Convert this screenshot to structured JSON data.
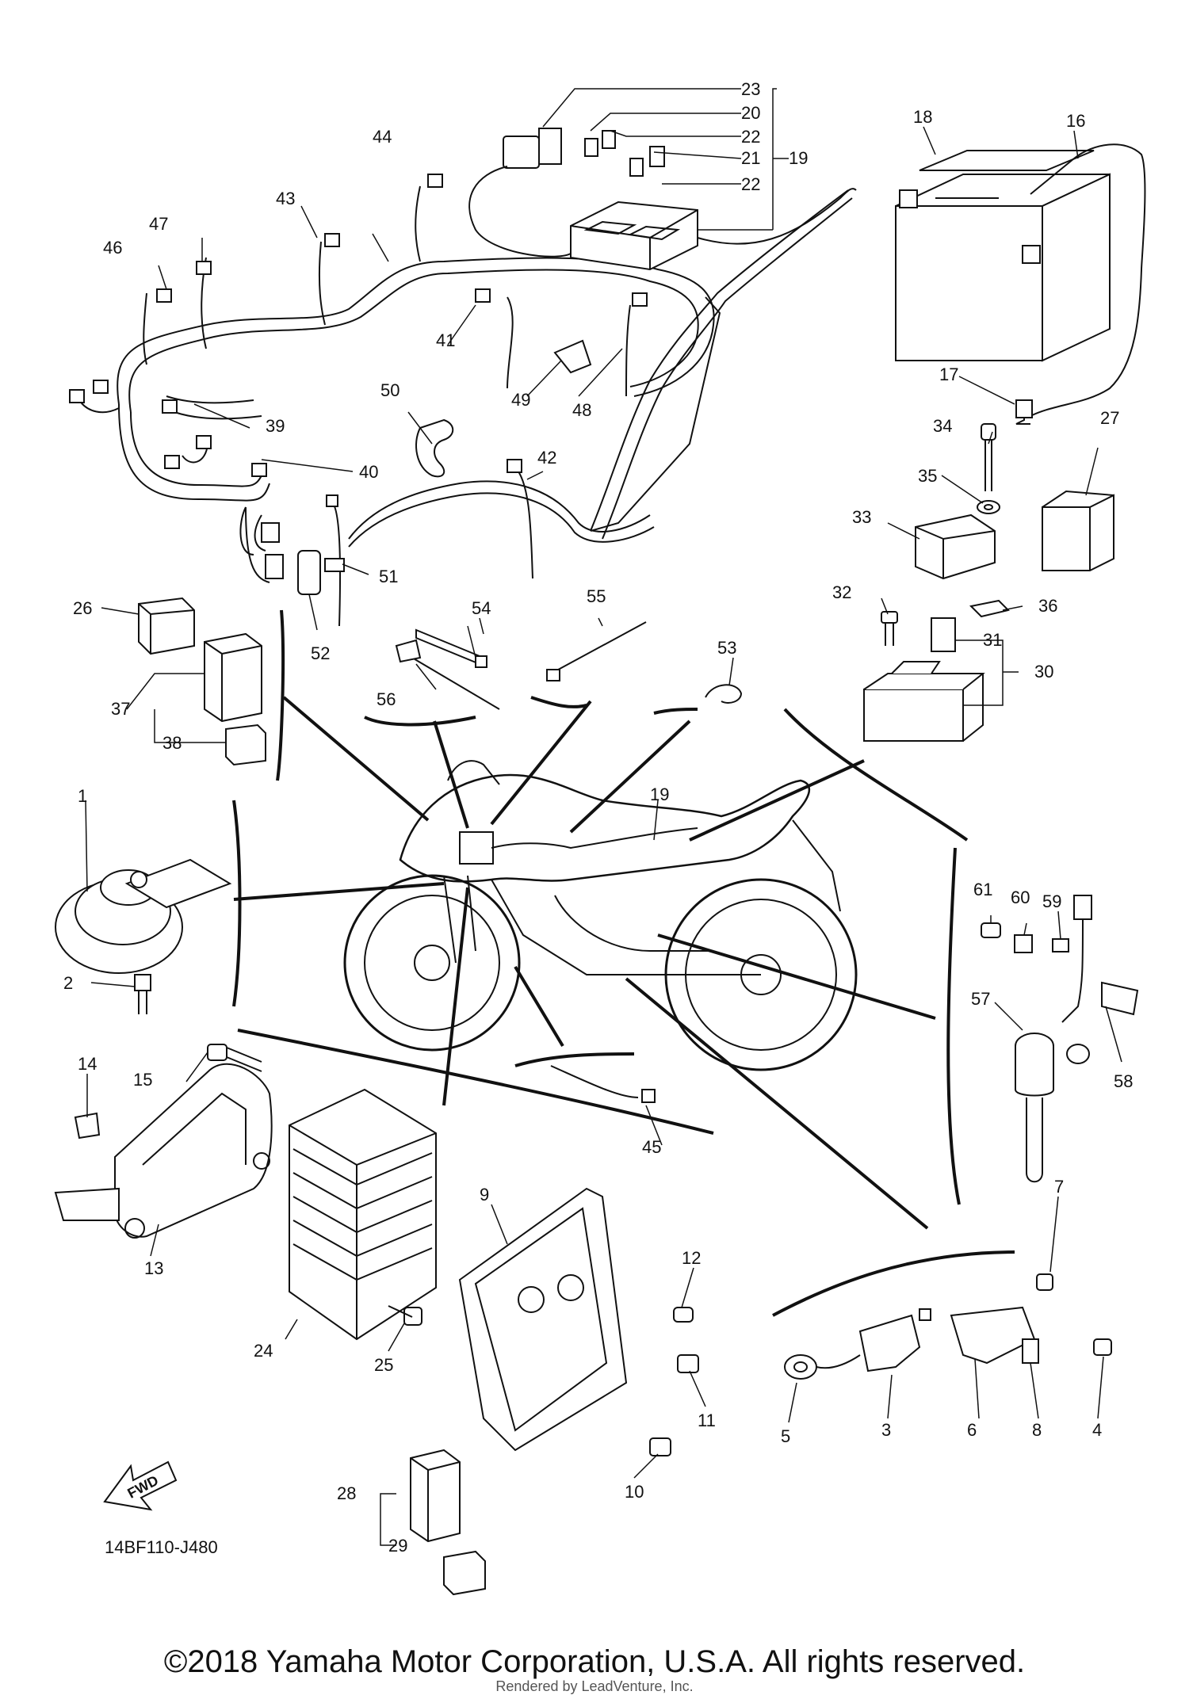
{
  "diagram": {
    "code": "14BF110-J480",
    "fwd_label": "FWD",
    "copyright": "©2018 Yamaha Motor Corporation, U.S.A. All rights reserved.",
    "rendered": "Rendered by LeadVenture, Inc."
  },
  "callouts": [
    "1",
    "2",
    "3",
    "4",
    "5",
    "6",
    "7",
    "8",
    "9",
    "10",
    "11",
    "12",
    "13",
    "14",
    "15",
    "16",
    "17",
    "18",
    "19",
    "20",
    "21",
    "22",
    "23",
    "24",
    "25",
    "26",
    "27",
    "28",
    "29",
    "30",
    "31",
    "32",
    "33",
    "34",
    "35",
    "36",
    "37",
    "38",
    "39",
    "40",
    "41",
    "42",
    "43",
    "44",
    "45",
    "46",
    "47",
    "48",
    "49",
    "50",
    "51",
    "52",
    "53",
    "54",
    "55",
    "56",
    "57",
    "58",
    "59",
    "60",
    "61"
  ]
}
